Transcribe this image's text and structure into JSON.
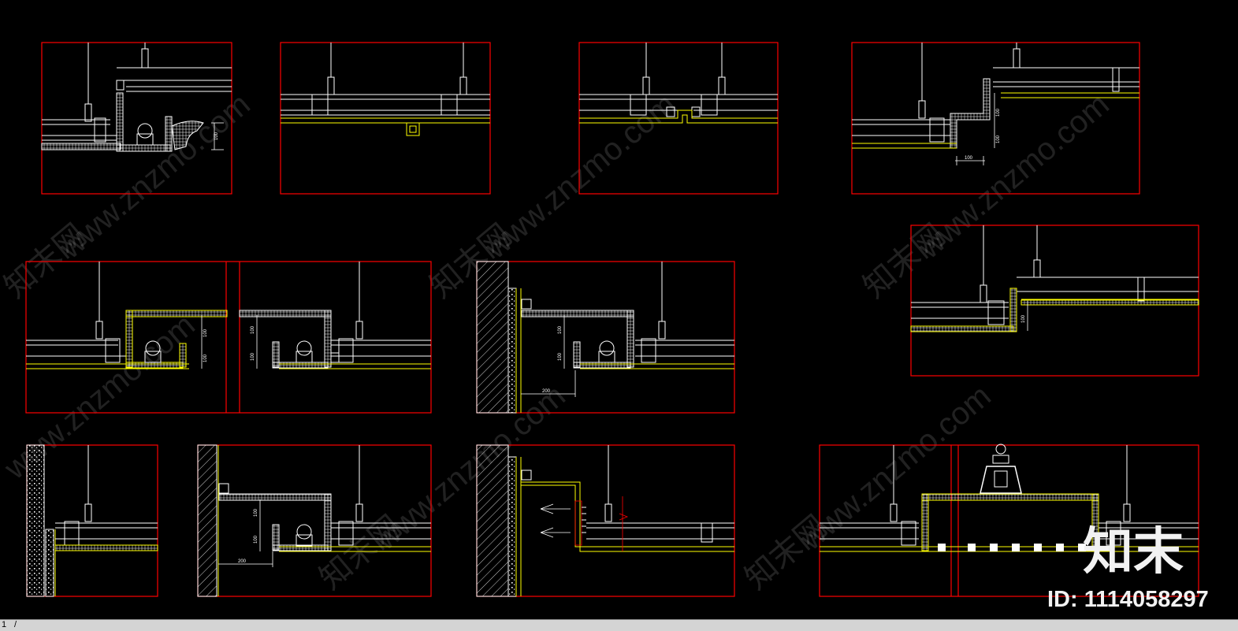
{
  "app": {
    "layout_tab": "1",
    "tab_separator": "/"
  },
  "dimensions": {
    "d100": "100",
    "d200": "200"
  },
  "watermark": {
    "url": "www.znzmo.com",
    "brand": "知末网"
  },
  "logo": {
    "text": "知末"
  },
  "id_label": "ID: 1114058297",
  "colors": {
    "background": "#000000",
    "frame": "#ff0000",
    "line_white": "#ffffff",
    "line_yellow": "#ffff00",
    "statusbar": "#d4d4d4"
  }
}
